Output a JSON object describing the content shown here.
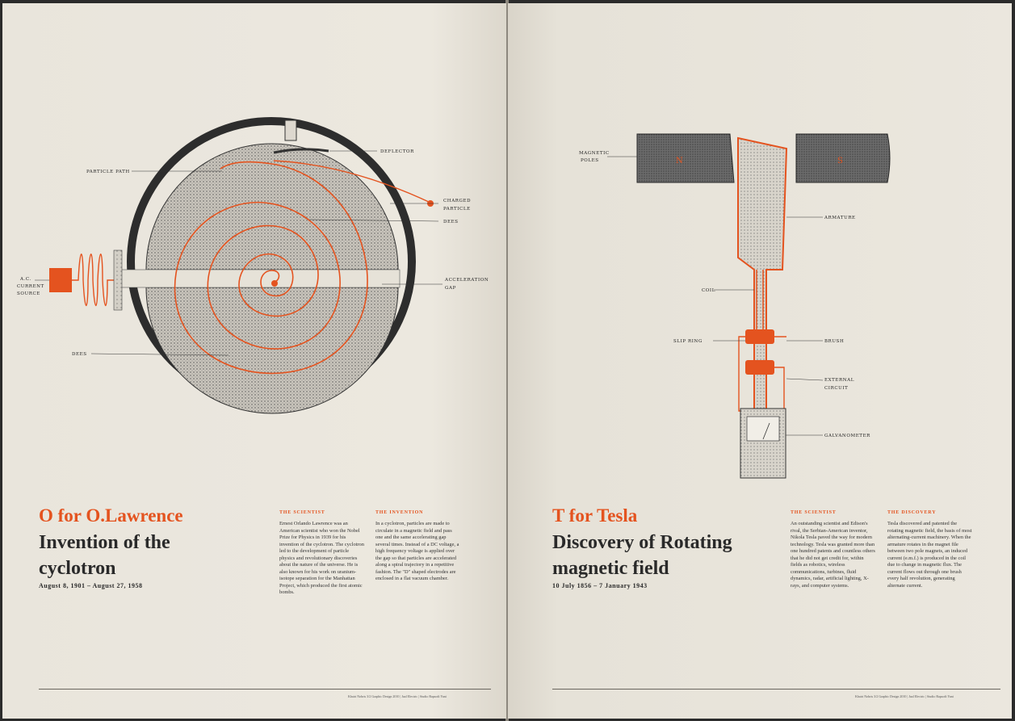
{
  "left": {
    "labels": {
      "particle_path": "PARTICLE PATH",
      "deflector": "DEFLECTOR",
      "charged_particle_1": "CHARGED",
      "charged_particle_2": "PARTICLE",
      "dees_top": "DEES",
      "acceleration_gap_1": "ACCELERATION",
      "acceleration_gap_2": "GAP",
      "ac_source_1": "A.C.",
      "ac_source_2": "CURRENT",
      "ac_source_3": "SOURCE",
      "dees_bottom": "DEES"
    },
    "title_red": "O for O.Lawrence",
    "title_main": "Invention of the cyclotron",
    "dates": "August 8, 1901 – August 27, 1958",
    "col1_heading": "THE SCIENTIST",
    "col1_body": "Ernest Orlando Lawrence was an American scientist who won the Nobel Prize for Physics in 1939 for his invention of the cyclotron. The cyclotron led to the development of particle physics and revolutionary discoveries about the nature of the universe. He is also known for his work on uranium-isotope separation for the Manhattan Project, which produced the first atomic bombs.",
    "col2_heading": "THE INVENTION",
    "col2_body": "In a cyclotron, particles are made to circulate in a magnetic field and pass one and the same accelerating gap several times. Instead of a DC voltage, a high frequency voltage is applied over the gap so that particles are accelerated along a spiral trajectory in a repetitive fashion. The \"D\" shaped electrodes are enclosed in a flat vacuum chamber.",
    "footer": "Khairi Nobris 3/2 Graphic Design 2010 | Jual Electric | Studio Rapsodi Yuni"
  },
  "right": {
    "labels": {
      "magnetic_poles_1": "MAGNETIC",
      "magnetic_poles_2": "POLES",
      "n": "N",
      "s": "S",
      "armature": "ARMATURE",
      "coil": "COIL",
      "slip_ring": "SLIP RING",
      "brush": "BRUSH",
      "external_circuit_1": "EXTERNAL",
      "external_circuit_2": "CIRCUIT",
      "galvanometer": "GALVANOMETER"
    },
    "title_red": "T for Tesla",
    "title_main": "Discovery of Rotating magnetic field",
    "dates": "10 July 1856 – 7 January 1943",
    "col1_heading": "THE SCIENTIST",
    "col1_body": "An outstanding scientist and Edison's rival, the Serbian-American inventor, Nikola Tesla paved the way for modern technology. Tesla was granted more than one hundred patents and countless others that he did not get credit for, within fields as robotics, wireless communications, turbines, fluid dynamics, radar, artificial lighting, X-rays, and computer systems.",
    "col2_heading": "THE DISCOVERY",
    "col2_body": "Tesla discovered and patented the rotating magnetic field, the basis of most alternating-current machinery. When the armature rotates in the magnet file between two pole magnets, an induced current (e.m.f.) is produced in the coil due to change in magnetic flux. The current flows out through one brush every half revolution, generating alternate current.",
    "footer": "Khairi Nobris 3/2 Graphic Design 2010 | Jual Electric | Studio Rapsodi Yuni"
  },
  "colors": {
    "accent": "#e4531f",
    "ink": "#2a2a2a",
    "paper": "#ebe7de"
  }
}
